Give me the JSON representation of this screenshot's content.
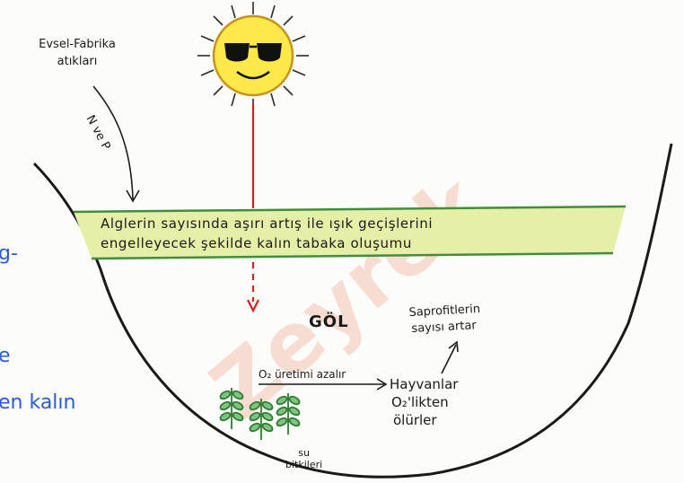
{
  "source_label": {
    "line1": "Evsel-Fabrika",
    "line2": "atıkları"
  },
  "nutrient_label": "N ve P",
  "algae_band": {
    "line1": "Alglerin sayısında aşırı artış ile ışık geçişlerini",
    "line2": "engelleyecek şekilde kalın tabaka oluşumu"
  },
  "lake_label": "GÖL",
  "saprophyte_label": {
    "line1": "Saprofitlerin",
    "line2": "sayısı artar"
  },
  "o2_label": "O₂ üretimi azalır",
  "animals_label": {
    "line1": "Hayvanlar",
    "line2": "O₂'likten",
    "line3": "ölürler"
  },
  "plants_label": {
    "line1": "su",
    "line2": "bitkileri"
  },
  "watermark": "Zeyrek",
  "left_cut_text": {
    "frag1": "g-",
    "frag2": "e",
    "frag3": "en kalın"
  },
  "colors": {
    "algae_fill": "#e6efa8",
    "algae_edge": "#3f8f3a",
    "sun_fill": "#ffe94a",
    "sun_outline": "#c8931c",
    "ray": "#d32020",
    "plant": "#2e7d32",
    "blue_text": "#2a5bd6",
    "watermark": "#f2b9a0"
  }
}
